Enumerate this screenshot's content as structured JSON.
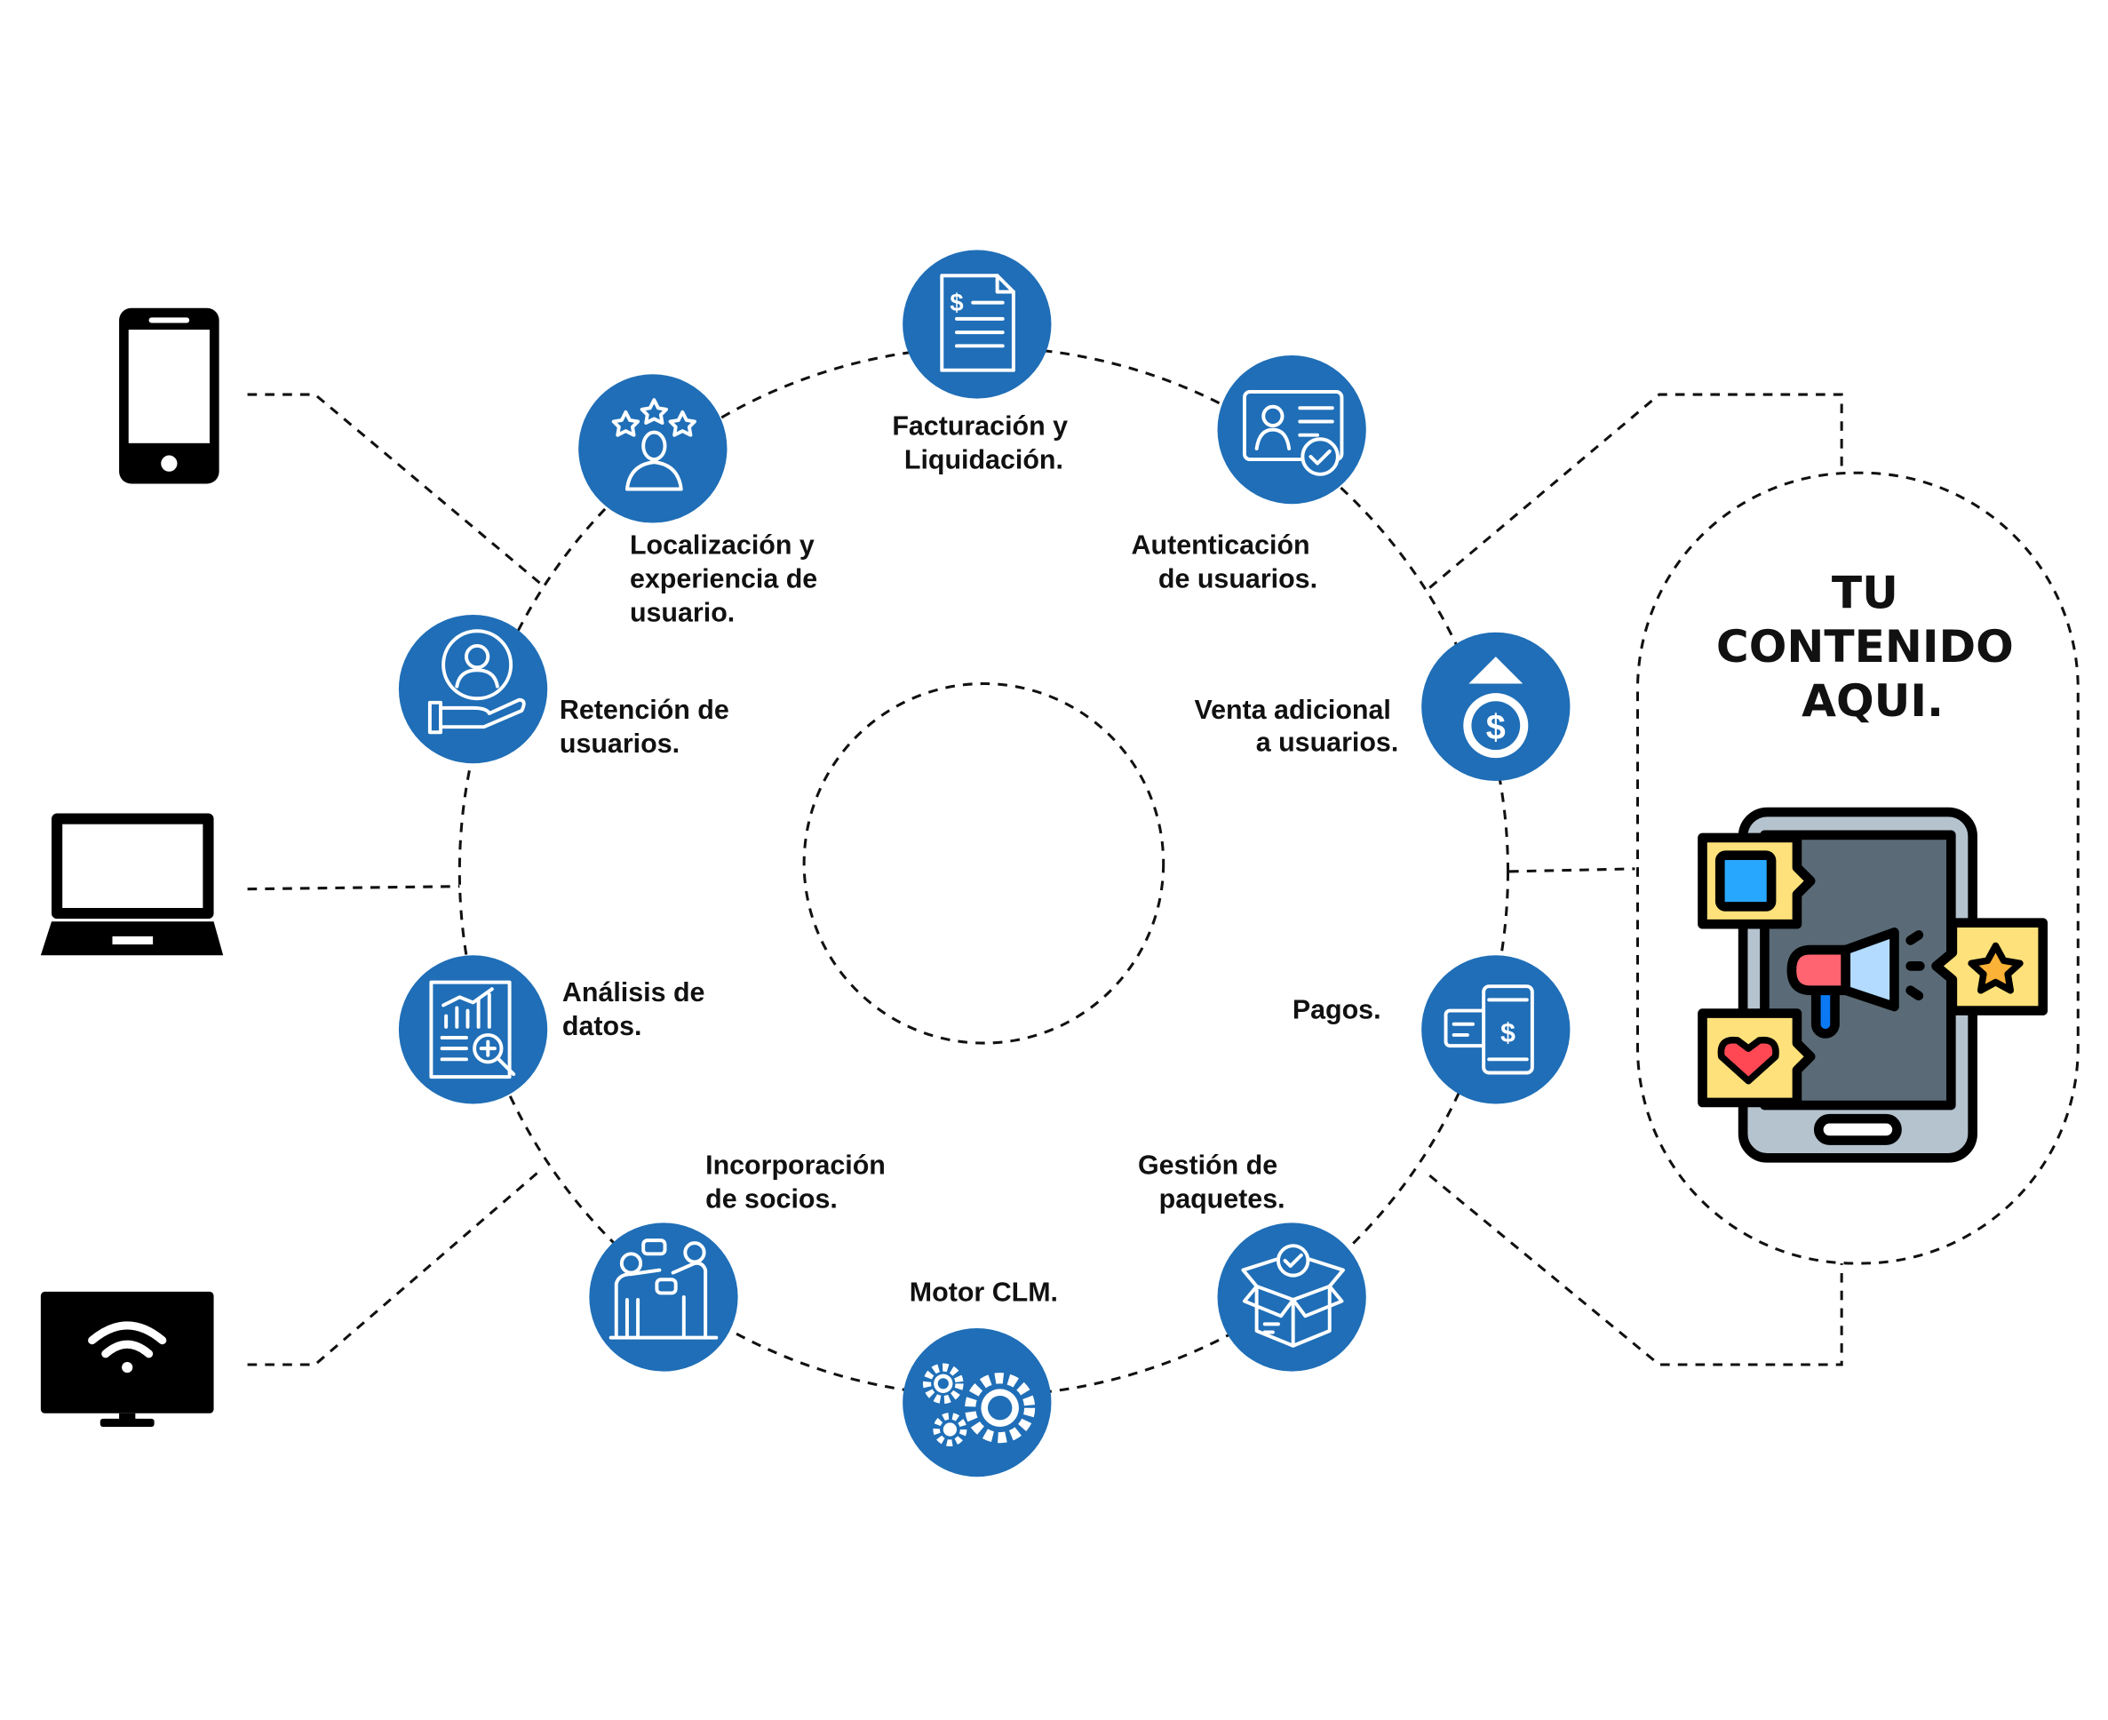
{
  "colors": {
    "node_blue": "#1f6eb7",
    "text": "#111111"
  },
  "services": {
    "billing": {
      "icon": "invoice-icon",
      "lines": [
        "Facturación y",
        "Liquidación."
      ]
    },
    "localization": {
      "icon": "rated-user-icon",
      "lines": [
        "Localización y",
        "experiencia de",
        "usuario."
      ]
    },
    "authentication": {
      "icon": "id-card-check-icon",
      "lines": [
        "Autenticación",
        "de usuarios."
      ]
    },
    "retention": {
      "icon": "user-in-hand-icon",
      "lines": [
        "Retención de",
        "usuarios."
      ]
    },
    "upsell": {
      "icon": "money-bag-up-icon",
      "lines": [
        "Venta adicional",
        "a usuarios."
      ]
    },
    "analytics": {
      "icon": "chart-magnifier-icon",
      "lines": [
        "Análisis de",
        "datos."
      ]
    },
    "payments": {
      "icon": "mobile-payment-icon",
      "lines": [
        "Pagos."
      ]
    },
    "partners": {
      "icon": "partners-icon",
      "lines": [
        "Incorporación",
        "de socios."
      ]
    },
    "packages": {
      "icon": "package-check-icon",
      "lines": [
        "Gestión de",
        "paquetes."
      ]
    },
    "clm": {
      "icon": "gears-icon",
      "lines": [
        "Motor CLM."
      ]
    }
  },
  "devices": [
    "smartphone-icon",
    "laptop-icon",
    "smart-tv-icon"
  ],
  "content_box": {
    "title_lines": [
      "TU",
      "CONTENIDO",
      "AQUI."
    ],
    "illustration": "phone-megaphone-illustration"
  }
}
